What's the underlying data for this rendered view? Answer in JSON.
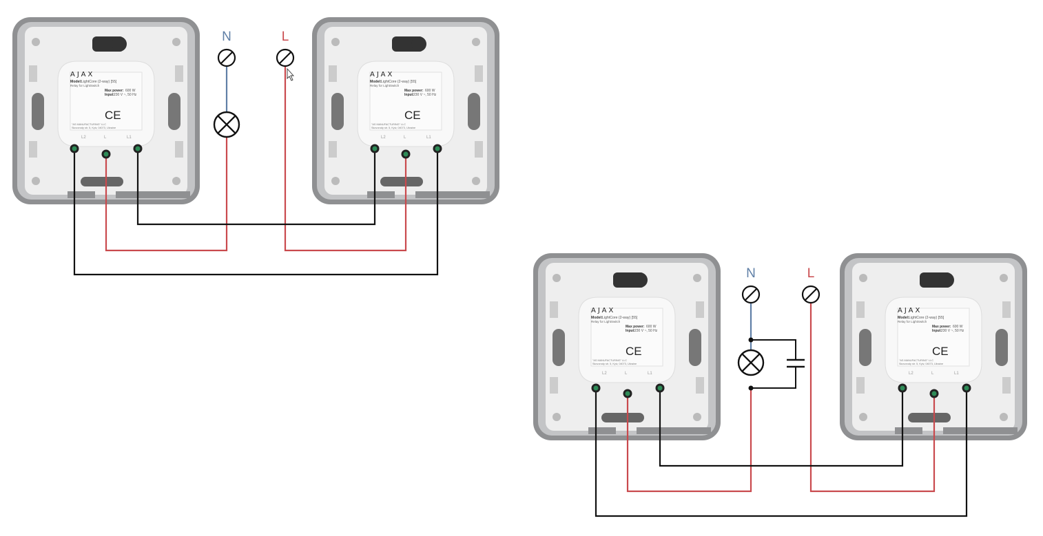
{
  "colors": {
    "neutral_wire": "#5f7fa6",
    "live_wire": "#c9494d",
    "link_wire": "#111111",
    "frame_outer": "#8f9092",
    "frame_inner": "#c3c4c6",
    "plate": "#ececec",
    "background": "#ffffff"
  },
  "device": {
    "brand": "AJAX",
    "model_label": "Model:",
    "model_value": "LightCore (2-way) [55]",
    "subtitle": "Relay for LightSwitch",
    "max_power_label": "Max power:",
    "max_power_value": "600 W",
    "input_label": "Input:",
    "input_value": "230 V ~, 50 Hz",
    "ce_mark": "CE",
    "manufacturer": "\"AS MANUFACTURING\" LLC",
    "address": "Skovorody str. 5, Kyiv, 04073, Ukraine",
    "terminal_l2": "L2",
    "terminal_l": "L",
    "terminal_l1": "L1"
  },
  "diagram_top": {
    "neutral_label": "N",
    "live_label": "L"
  },
  "diagram_bottom": {
    "neutral_label": "N",
    "live_label": "L"
  }
}
